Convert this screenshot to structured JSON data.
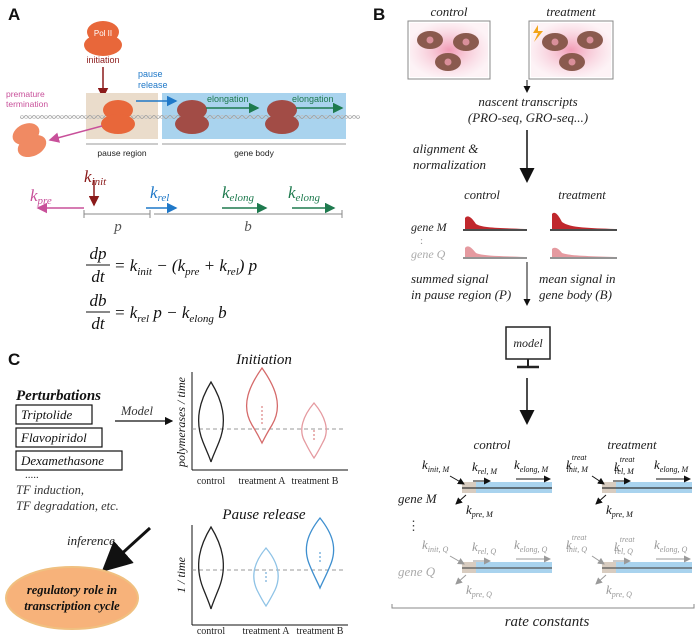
{
  "panels": {
    "a": "A",
    "b": "B",
    "c": "C"
  },
  "panel_a": {
    "pol2_label": "Pol II",
    "initiation": "initiation",
    "pause_release": [
      "pause",
      "release"
    ],
    "premature_termination": [
      "premature",
      "termination"
    ],
    "elongation_1": "elongation",
    "elongation_2": "elongation",
    "pause_region": "pause region",
    "gene_body": "gene body",
    "k_init": "k",
    "k_init_sub": "init",
    "k_pre": "k",
    "k_pre_sub": "pre",
    "k_rel": "k",
    "k_rel_sub": "rel",
    "k_elong_1": "k",
    "k_elong_1_sub": "elong",
    "k_elong_2": "k",
    "k_elong_2_sub": "elong",
    "var_p": "p",
    "var_b": "b",
    "eq1_num": "dp",
    "eq1_den": "dt",
    "eq1_rhs": "= k",
    "eq1_rhs_sub": "init",
    "eq1_rhs_2": " − (k",
    "eq1_rhs_sub2": "pre",
    "eq1_rhs_3": " + k",
    "eq1_rhs_sub3": "rel",
    "eq1_rhs_4": ") p",
    "eq2_num": "db",
    "eq2_den": "dt",
    "eq2_rhs": "= k",
    "eq2_rhs_sub": "rel",
    "eq2_rhs_2": " p − k",
    "eq2_rhs_sub2": "elong",
    "eq2_rhs_3": " b"
  },
  "panel_b": {
    "control": "control",
    "treatment": "treatment",
    "nascent_1": "nascent transcripts",
    "nascent_2": "(PRO-seq, GRO-seq...)",
    "align_1": "alignment &",
    "align_2": "normalization",
    "col_control": "control",
    "col_treatment": "treatment",
    "gene_m": "gene M",
    "colon": ":",
    "gene_q": "gene Q",
    "summed_1": "summed signal",
    "summed_2": "in pause region (P)",
    "mean_1": "mean signal in",
    "mean_2": "gene body (B)",
    "model": "model",
    "rc_control": "control",
    "rc_treatment": "treatment",
    "rc_gene_m": "gene M",
    "rc_dots": "⋮",
    "rc_gene_q": "gene Q",
    "k": "k",
    "ctrl_m": {
      "init": "init, M",
      "rel": "rel, M",
      "elong": "elong, M",
      "pre": "pre, M"
    },
    "treat_m": {
      "init": "init, M",
      "rel": "rel, M",
      "elong": "elong, M",
      "pre": "pre, M",
      "sup": "treat"
    },
    "ctrl_q": {
      "init": "init, Q",
      "rel": "rel, Q",
      "elong": "elong, Q",
      "pre": "pre, Q"
    },
    "treat_q": {
      "init": "init, Q",
      "rel": "rel, Q",
      "elong": "elong, Q",
      "pre": "pre, Q",
      "sup": "treat"
    },
    "rate_constants": "rate constants"
  },
  "panel_c": {
    "perturbations": "Perturbations",
    "drugs": [
      "Triptolide",
      "Flavopiridol",
      "Dexamethasone"
    ],
    "dots": ".....",
    "tf_1": "TF induction,",
    "tf_2": "TF degradation, etc.",
    "model": "Model",
    "inference": "inference",
    "reg_1": "regulatory role in",
    "reg_2": "transcription cycle",
    "initiation_title": "Initiation",
    "initiation_ylabel": "polymerases / time",
    "pause_title": "Pause release",
    "pause_ylabel": "1 / time",
    "xcats": [
      "control",
      "treatment A",
      "treatment B"
    ]
  },
  "colors": {
    "pol2": "#e8673a",
    "pause_box": "#eadccb",
    "gene_box": "#a9d3ee",
    "dark_red": "#8b1a1a",
    "pink": "#c8509a",
    "blue": "#1f78c8",
    "green": "#1e7a4e",
    "gray": "#9a9a9a",
    "orange_oval": "#f7b27a"
  }
}
